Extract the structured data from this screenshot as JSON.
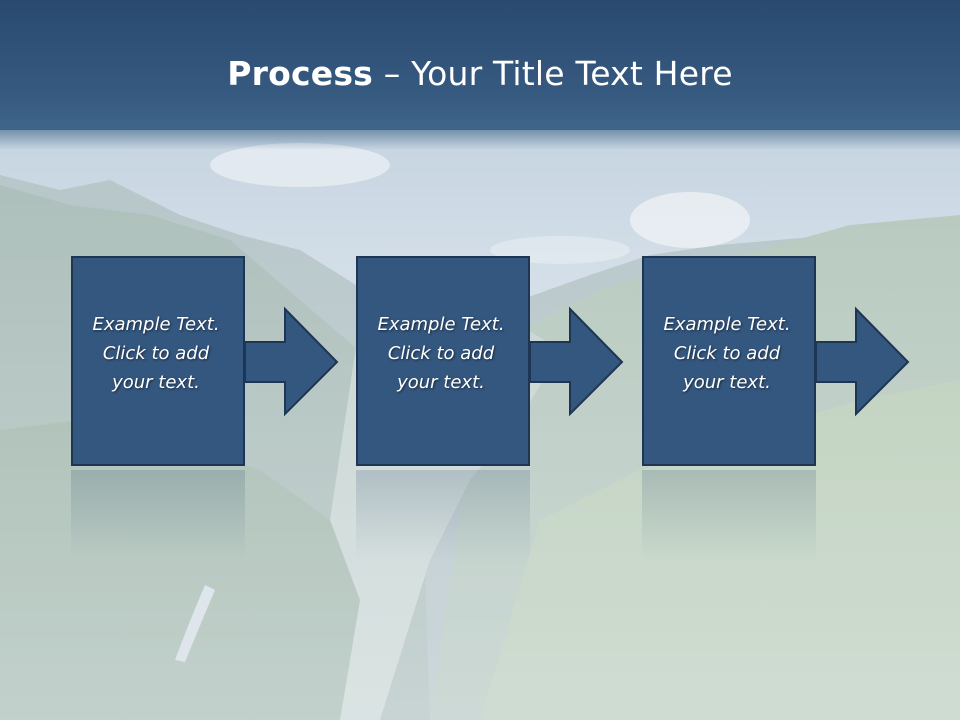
{
  "slide": {
    "title_bold": "Process",
    "title_rest": " – Your Title Text Here"
  },
  "steps": [
    {
      "line1": "Example Text.",
      "line2": "Click  to add",
      "line3": "your text."
    },
    {
      "line1": "Example Text.",
      "line2": "Click  to add",
      "line3": "your text."
    },
    {
      "line1": "Example Text.",
      "line2": "Click  to add",
      "line3": "your text."
    }
  ],
  "colors": {
    "header": "#2f5279",
    "box_fill": "#34577f",
    "box_border": "#1e3553",
    "text": "#ffffff"
  }
}
